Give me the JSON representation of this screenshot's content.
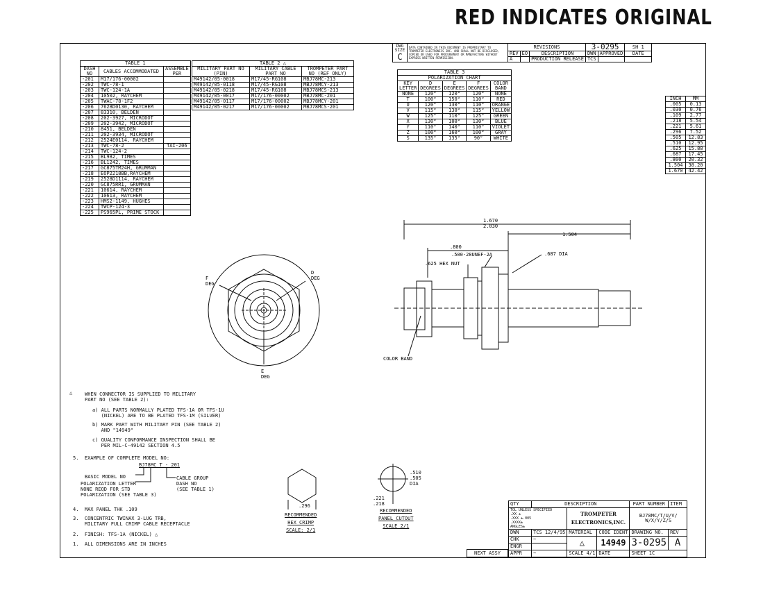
{
  "stamp": "RED INDICATES ORIGINAL",
  "header": {
    "dwg_size_label": "DWG SIZE",
    "dwg_size": "C",
    "proprietary": "DATA CONTAINED IN THIS DOCUMENT IS PROPRIETARY TO TROMPETER ELECTRONICS INC. AND SHALL NOT BE DISCLOSED, COPIED OR USED FOR PROCUREMENT OR MANUFACTURE WITHOUT EXPRESS WRITTEN PERMISSION.",
    "dwg_no": "3-0295",
    "sheet": "SH 1",
    "revisions_title": "REVISIONS",
    "rev_cols": [
      "REV",
      "EO",
      "DESCRIPTION",
      "DWN",
      "APPROVED",
      "DATE"
    ],
    "rev_rows": [
      [
        "A",
        "",
        "PRODUCTION RELEASE",
        "TCS",
        "",
        ""
      ]
    ]
  },
  "table1": {
    "caption": "TABLE 1",
    "headers": [
      "DASH NO",
      "CABLES ACCOMMODATED",
      "ASSEMBLE PER"
    ],
    "assemble_per": "TAI-206",
    "rows": [
      [
        "-201",
        "M17/176-00002"
      ],
      [
        "-202",
        "TWC-78-1"
      ],
      [
        "-203",
        "TWC-124-1A"
      ],
      [
        "-204",
        "10502, RAYCHEM"
      ],
      [
        "-205",
        "TWAC-78-1F2"
      ],
      [
        "-206",
        "7628D0130, RAYCHEM"
      ],
      [
        "-207",
        "83310, BELDEN"
      ],
      [
        "-208",
        "202-3927, MICRODOT"
      ],
      [
        "-209",
        "202-3942, MICRODOT"
      ],
      [
        "-210",
        "8451, BELDEN"
      ],
      [
        "-211",
        "202-3934, MICRODOT"
      ],
      [
        "-212",
        "2524E0114, RAYCHEM"
      ],
      [
        "-213",
        "TWC-78-2"
      ],
      [
        "-214",
        "TWC-124-2"
      ],
      [
        "-215",
        "BL982, TIMES"
      ],
      [
        "-216",
        "BL1242, TIMES"
      ],
      [
        "-217",
        "GC875TM24H, GRUMMAN"
      ],
      [
        "-218",
        "EOP2218BB,RAYCHEM"
      ],
      [
        "-219",
        "2528D1114, RAYCHEM"
      ],
      [
        "-220",
        "GC875RR1, GRUMMAN"
      ],
      [
        "-221",
        "10614, RAYCHEM"
      ],
      [
        "-222",
        "10613, RAYCHEM"
      ],
      [
        "-223",
        "HMS2-1149, HUGHES"
      ],
      [
        "-224",
        "TWCP-124-3"
      ],
      [
        "-225",
        "PS965PL, PRIME STOCK"
      ]
    ]
  },
  "table2": {
    "caption": "TABLE 2",
    "headers": [
      "MILITARY PART NO (PIN)",
      "MILITARY CABLE PART NO",
      "TROMPETER PART NO (REF ONLY)"
    ],
    "rows": [
      [
        "M49142/05-0018",
        "M17/45-RG108",
        "MBJ78MC-213"
      ],
      [
        "M49142/05-0118",
        "M17/45-RG108",
        "MBJ78MCY-213"
      ],
      [
        "M49142/05-0218",
        "M17/45-RG108",
        "MBJ78MCS-213"
      ],
      [
        "M49142/05-0017",
        "M17/176-00002",
        "MBJ78MC-201"
      ],
      [
        "M49142/05-0117",
        "M17/176-00002",
        "MBJ78MCY-201"
      ],
      [
        "M49142/05-0217",
        "M17/176-00002",
        "MBJ78MCS-201"
      ]
    ]
  },
  "table3": {
    "caption": "TABLE 3",
    "subcaption": "POLARIZATION CHART",
    "headers": [
      "KEY LETTER",
      "D DEGREES",
      "E DEGREES",
      "F DEGREES",
      "COLOR BAND"
    ],
    "rows": [
      [
        "NONE",
        "120°",
        "120°",
        "120°",
        "NONE"
      ],
      [
        "T",
        "100°",
        "150°",
        "110°",
        "RED"
      ],
      [
        "U",
        "120°",
        "130°",
        "110°",
        "ORANGE"
      ],
      [
        "V",
        "115°",
        "130°",
        "115°",
        "YELLOW"
      ],
      [
        "W",
        "125°",
        "110°",
        "125°",
        "GREEN"
      ],
      [
        "X",
        "130°",
        "100°",
        "130°",
        "BLUE"
      ],
      [
        "Y",
        "110°",
        "140°",
        "110°",
        "VIOLET"
      ],
      [
        "Z",
        "100°",
        "160°",
        "100°",
        "GRAY"
      ],
      [
        "S",
        "135°",
        "135°",
        "90°",
        "WHITE"
      ]
    ]
  },
  "conversion": {
    "headers": [
      "INCH",
      "MM"
    ],
    "rows": [
      [
        ".005",
        "0.13"
      ],
      [
        ".030",
        "0.76"
      ],
      [
        ".109",
        "2.77"
      ],
      [
        ".218",
        "5.54"
      ],
      [
        ".221",
        "5.61"
      ],
      [
        ".296",
        "7.52"
      ],
      [
        ".505",
        "12.83"
      ],
      [
        ".510",
        "12.95"
      ],
      [
        ".625",
        "15.88"
      ],
      [
        ".687",
        "17.45"
      ],
      [
        ".800",
        "20.32"
      ],
      [
        "1.504",
        "38.20"
      ],
      [
        "1.670",
        "42.42"
      ]
    ]
  },
  "front_view": {
    "d": "D\nDEG",
    "e": "E\nDEG",
    "f": "F\nDEG"
  },
  "side_view": {
    "dim_overall": "1.670\n2.030",
    "dim_1504": "1.504",
    "dim_800": ".800",
    "thread": ".500-28UNEF-2A",
    "hex_nut": ".625 HEX NUT",
    "dia": ".687 DIA",
    "color_band": "COLOR BAND"
  },
  "notes": {
    "n6": "WHEN CONNECTOR IS SUPPLIED TO MILITARY\nPART NO (SEE TABLE 2):",
    "n6a": "a) ALL PARTS NORMALLY PLATED TFS-1A OR TFS-1U\n   (NICKEL) ARE TO BE PLATED TFS-1M (SILVER)",
    "n6b": "b) MARK PART WITH MILITARY PIN (SEE TABLE 2)\n   AND \"14949\"",
    "n6c": "c) QUALITY CONFORMANCE INSPECTION SHALL BE\n   PER MIL-C-49142 SECTION 4.5",
    "n5": "5.  EXAMPLE OF COMPLETE MODEL NO:",
    "model": "BJ78MC T - 201",
    "basic": "BASIC MODEL NO",
    "polar": "POLARIZATION LETTER\nNONE REQD FOR STD\nPOLARIZATION (SEE TABLE 3)",
    "cable": "CABLE GROUP\nDASH NO\n(SEE TABLE 1)",
    "n4": "4.  MAX PANEL THK .109",
    "n3": "3.  CONCENTRIC TWINAX 3-LUG TRB,\n    MILITARY FULL CRIMP CABLE RECEPTACLE",
    "n2": "2.  FINISH: TFS-1A (NICKEL)",
    "n1": "1.  ALL DIMENSIONS ARE IN INCHES"
  },
  "details": {
    "hex_dim": ".296",
    "hex_label": "RECOMMENDED\nHEX CRIMP\nSCALE: 2/1",
    "cut_dims": ".510\n.505\nDIA",
    "cut_dims2": ".221\n.218",
    "cut_label": "RECOMMENDED\nPANEL CUTOUT\nSCALE 2/1"
  },
  "title_block": {
    "qty": "QTY",
    "desc": "DESCRIPTION",
    "part_number": "PART NUMBER",
    "item": "ITEM",
    "tol": "TOL UNLESS SPECIFIED\n.XX ±\n.XXX ±.005\n.XXXX±\nANGLES±",
    "company": "TROMPETER\nELECTRONICS,INC.",
    "model": "BJ78MC/T/U/V/\nW/X/Y/Z/S",
    "dwn": "DWN",
    "dwn_v": "TCS",
    "dwn_d": "12/4/95",
    "chk": "CHK",
    "engr": "ENGR",
    "appr": "APPR",
    "material": "MATERIAL",
    "code_ident": "CODE IDENT",
    "code_v": "14949",
    "drawing_no": "DRAWING NO.",
    "drawing_v": "3-0295",
    "rev": "REV",
    "rev_v": "A",
    "scale": "SCALE 4/1",
    "date": "DATE",
    "sheet": "SHEET 1C",
    "next_assy": "NEXT ASSY"
  }
}
